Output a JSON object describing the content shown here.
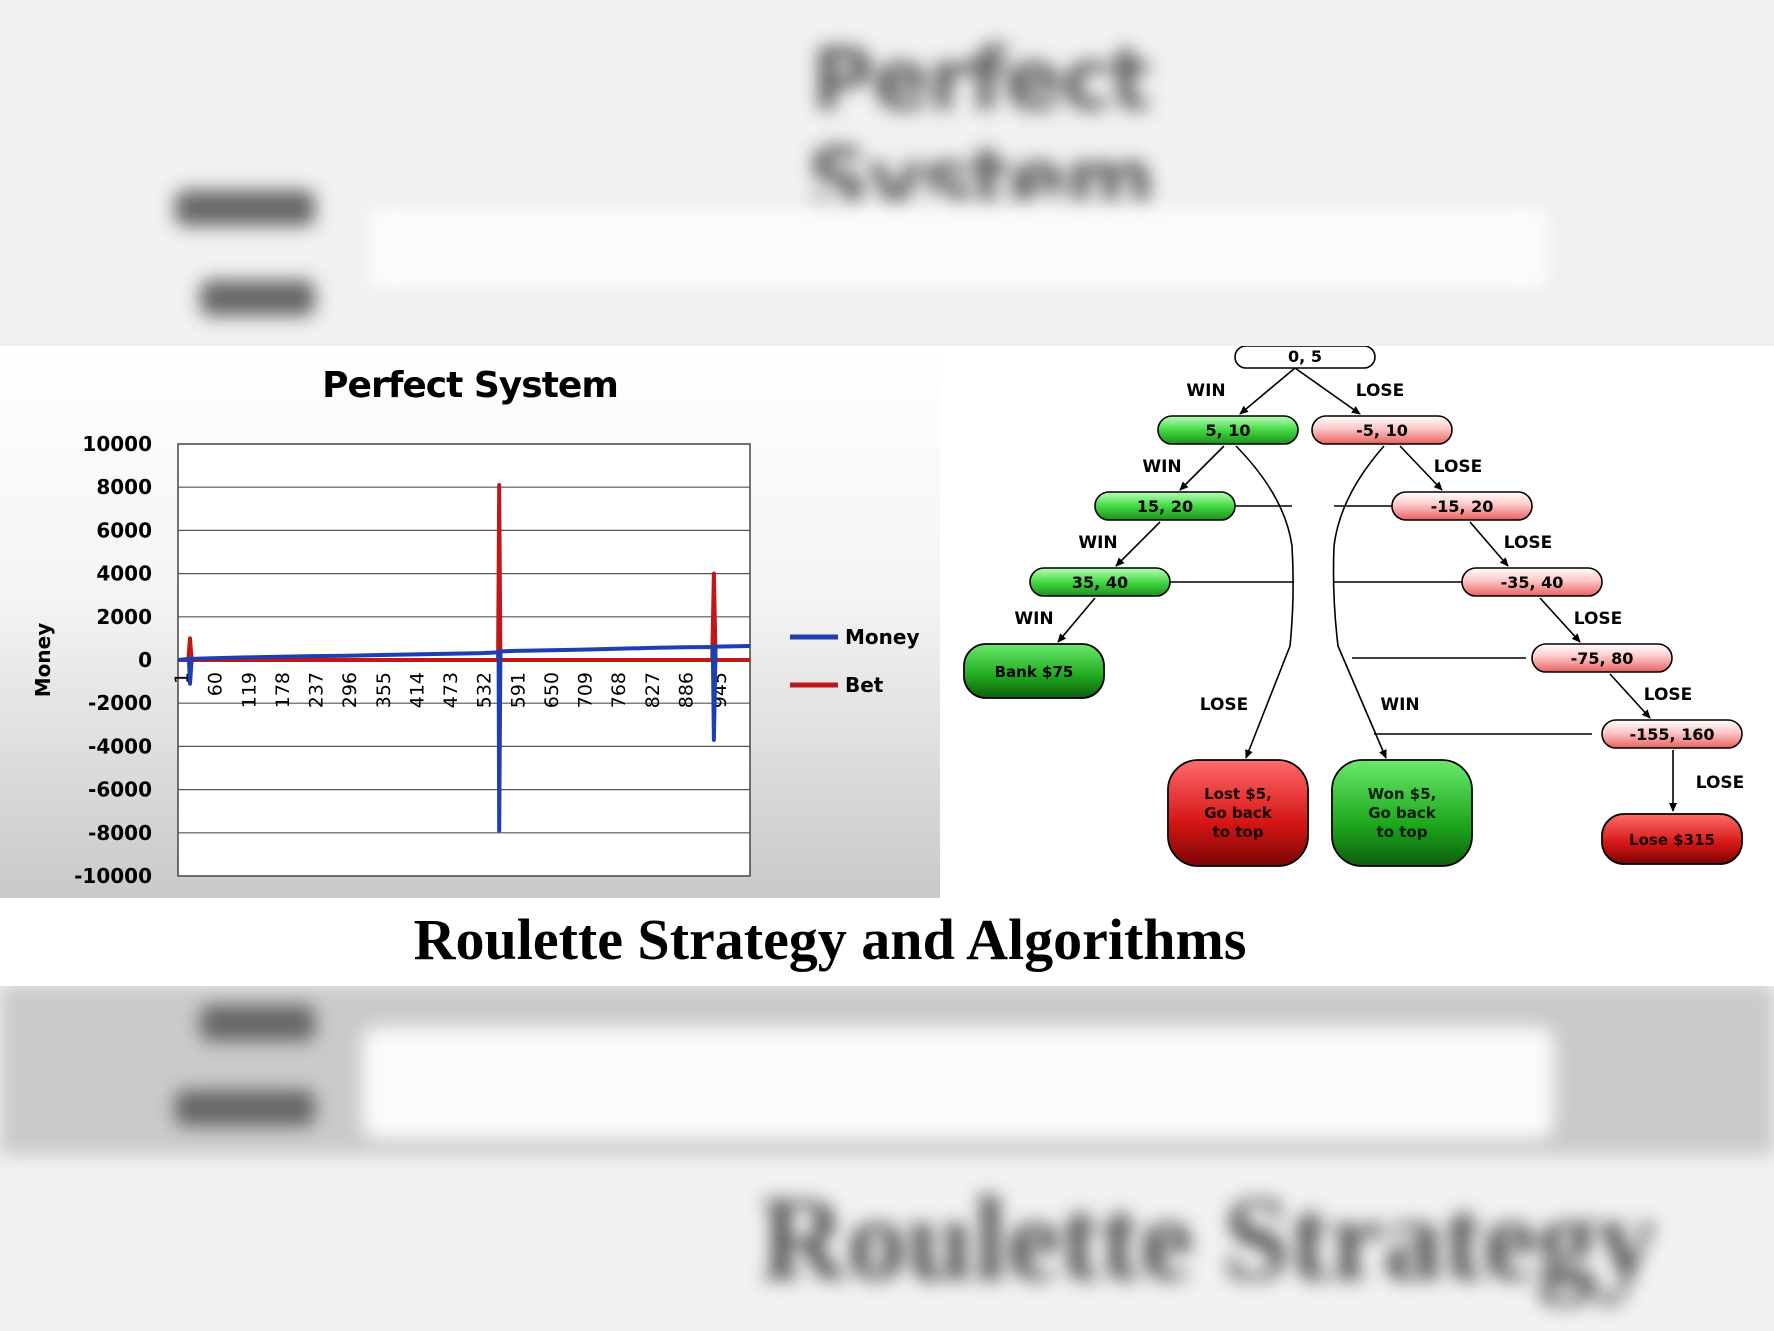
{
  "background": {
    "title": "Perfect System",
    "bottom_title": "Roulette Strategy"
  },
  "caption": "Roulette Strategy and Algorithms",
  "colors": {
    "money": "#1f3fb0",
    "bet": "#c01818",
    "node_green": "#3cd43c",
    "node_red": "#f07d7d",
    "terminal_green": "#1ea81e",
    "terminal_red": "#d41414"
  },
  "chart_data": {
    "type": "line",
    "title": "Perfect System",
    "ylabel": "Money",
    "xlabel": "",
    "ylim": [
      -10000,
      10000
    ],
    "yticks": [
      10000,
      8000,
      6000,
      4000,
      2000,
      0,
      -2000,
      -4000,
      -6000,
      -8000,
      -10000
    ],
    "xticks": [
      "1",
      "60",
      "119",
      "178",
      "237",
      "296",
      "355",
      "414",
      "473",
      "532",
      "591",
      "650",
      "709",
      "768",
      "827",
      "886",
      "945"
    ],
    "xlim": [
      1,
      1000
    ],
    "grid": true,
    "legend": "right",
    "series": [
      {
        "name": "Money",
        "color": "#1f3fb0",
        "points": [
          [
            1,
            0
          ],
          [
            20,
            50
          ],
          [
            22,
            -1100
          ],
          [
            25,
            50
          ],
          [
            60,
            80
          ],
          [
            119,
            120
          ],
          [
            178,
            150
          ],
          [
            237,
            180
          ],
          [
            296,
            200
          ],
          [
            355,
            230
          ],
          [
            414,
            260
          ],
          [
            473,
            290
          ],
          [
            532,
            320
          ],
          [
            561,
            350
          ],
          [
            562,
            -7900
          ],
          [
            564,
            400
          ],
          [
            591,
            420
          ],
          [
            650,
            450
          ],
          [
            709,
            480
          ],
          [
            768,
            520
          ],
          [
            827,
            560
          ],
          [
            886,
            590
          ],
          [
            935,
            600
          ],
          [
            937,
            -3700
          ],
          [
            940,
            620
          ],
          [
            1000,
            650
          ]
        ]
      },
      {
        "name": "Bet",
        "color": "#c01818",
        "points": [
          [
            1,
            0
          ],
          [
            19,
            0
          ],
          [
            22,
            1000
          ],
          [
            25,
            0
          ],
          [
            60,
            0
          ],
          [
            110,
            0
          ],
          [
            178,
            0
          ],
          [
            237,
            0
          ],
          [
            296,
            0
          ],
          [
            355,
            0
          ],
          [
            414,
            0
          ],
          [
            473,
            0
          ],
          [
            532,
            0
          ],
          [
            560,
            0
          ],
          [
            562,
            8100
          ],
          [
            564,
            0
          ],
          [
            591,
            0
          ],
          [
            650,
            0
          ],
          [
            709,
            0
          ],
          [
            768,
            0
          ],
          [
            827,
            0
          ],
          [
            886,
            0
          ],
          [
            934,
            0
          ],
          [
            937,
            4000
          ],
          [
            940,
            0
          ],
          [
            1000,
            0
          ]
        ]
      }
    ]
  },
  "diagram": {
    "nodes": {
      "root": "0, 5",
      "w1": "5, 10",
      "w2": "15, 20",
      "w3": "35, 40",
      "bank": "Bank $75",
      "l1": "-5, 10",
      "l2": "-15, 20",
      "l3": "-35, 40",
      "l4": "-75, 80",
      "l5": "-155, 160",
      "lose_total": "Lose $315",
      "lost5_line1": "Lost $5,",
      "lost5_line2": "Go back",
      "lost5_line3": "to top",
      "won5_line1": "Won $5,",
      "won5_line2": "Go back",
      "won5_line3": "to top"
    },
    "edge_labels": {
      "win": "WIN",
      "lose": "LOSE"
    }
  }
}
